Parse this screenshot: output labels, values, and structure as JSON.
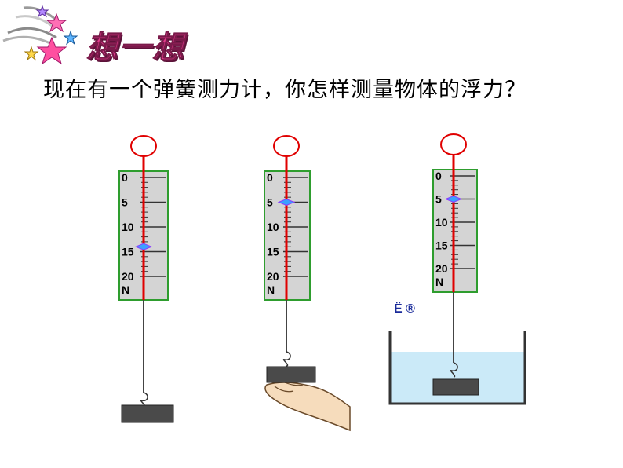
{
  "slide": {
    "heading": "想一想",
    "question": "现在有一个弹簧测力计，你怎样测量物体的浮力？"
  },
  "scales": [
    {
      "id": "scale-hanging",
      "labels": [
        "0",
        "5",
        "10",
        "15",
        "20",
        "N"
      ],
      "pointer_value": 14
    },
    {
      "id": "scale-supported",
      "labels": [
        "0",
        "5",
        "10",
        "15",
        "20",
        "N"
      ],
      "pointer_value": 5
    },
    {
      "id": "scale-in-water",
      "labels": [
        "0",
        "5",
        "10",
        "15",
        "20",
        "N"
      ],
      "pointer_value": 5
    }
  ],
  "liquid_label": "Ë ®",
  "colors": {
    "heading": "#e23b8c",
    "scale_border": "#2e9d2e",
    "scale_face": "#d4d4d4",
    "spring_line": "#e00000",
    "ring": "#e00000",
    "water": "#cbeaf8",
    "block": "#4a4a4a",
    "hand": "#f6dcbc"
  },
  "icons": [
    "decorative-stars-icon"
  ]
}
